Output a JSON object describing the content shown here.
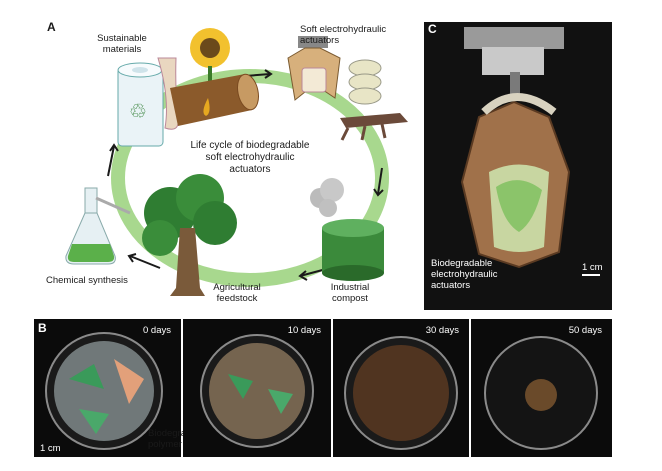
{
  "panel_a": {
    "letter": "A",
    "center_text": "Life cycle of biodegradable soft electrohydraulic actuators",
    "labels": {
      "sustainable_materials": "Sustainable materials",
      "soft_actuators": "Soft electrohydraulic actuators",
      "chemical_synthesis": "Chemical synthesis",
      "agricultural_feedstock": "Agricultural feedstock",
      "industrial_compost": "Industrial compost"
    }
  },
  "panel_b": {
    "letter": "B",
    "days": [
      "0 days",
      "10 days",
      "30 days",
      "50 days"
    ],
    "scale": "1 cm",
    "film_label": "Biodegradable polymer film"
  },
  "panel_c": {
    "letter": "C",
    "scale": "1 cm",
    "label": "Biodegradable electrohydraulic actuators"
  },
  "colors": {
    "cycle_ring": "#a8d88e",
    "tree_green": "#2f7d32",
    "wood": "#8b5a2b",
    "sunflower": "#f2c12e",
    "actuator_brown": "#a0714a"
  }
}
